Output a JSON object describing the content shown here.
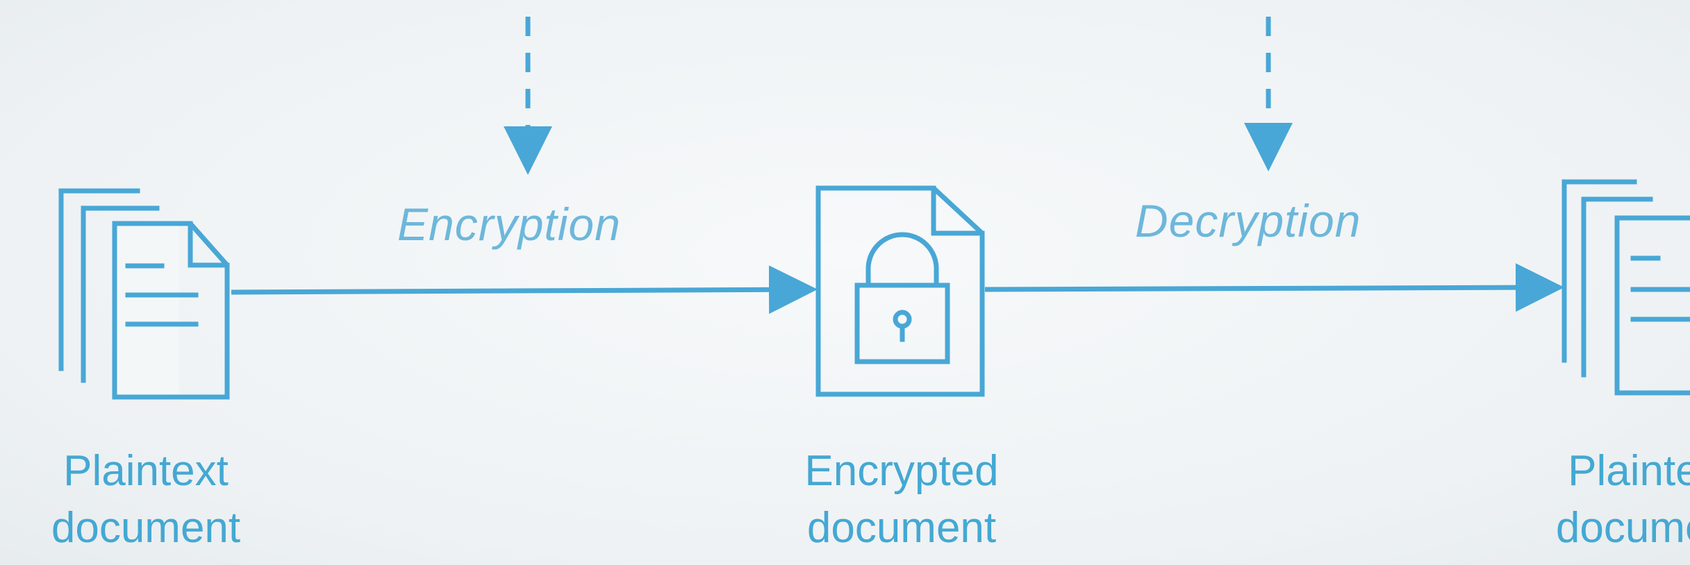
{
  "colors": {
    "stroke": "#48a7d6",
    "text": "#44a8d3",
    "step_text": "#6db7db",
    "background": "#f2f5f6"
  },
  "steps": {
    "encryption": "Encryption",
    "decryption": "Decryption"
  },
  "nodes": [
    {
      "icon": "document-stack-icon",
      "line1": "Plaintext",
      "line2": "document"
    },
    {
      "icon": "locked-document-icon",
      "line1": "Encrypted",
      "line2": "document"
    },
    {
      "icon": "document-stack-icon",
      "line1": "Plaintext",
      "line2": "document"
    }
  ]
}
